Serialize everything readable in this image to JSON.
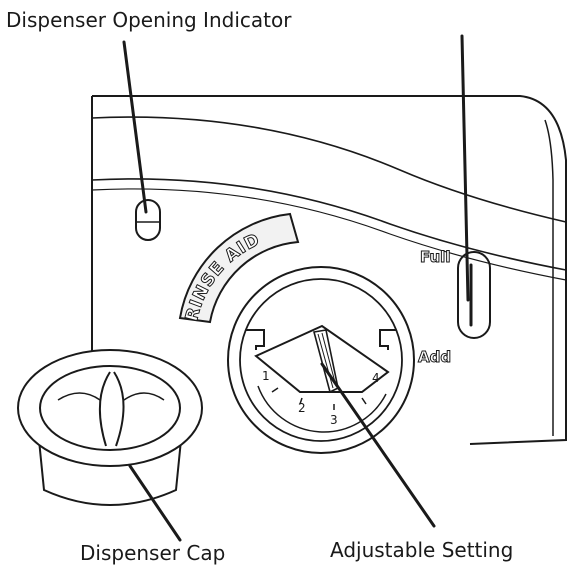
{
  "labels": {
    "dispenser_opening_indicator": "Dispenser Opening Indicator",
    "dispenser_cap": "Dispenser Cap",
    "adjustable_setting": "Adjustable Setting"
  },
  "panel_text": {
    "rinse_aid": "RINSE AID",
    "full": "Full",
    "add": "Add"
  },
  "dial_marks": [
    "1",
    "2",
    "3",
    "4"
  ],
  "colors": {
    "line": "#1a1a1a",
    "background": "#ffffff",
    "label_fill": "#f2f2f2"
  }
}
